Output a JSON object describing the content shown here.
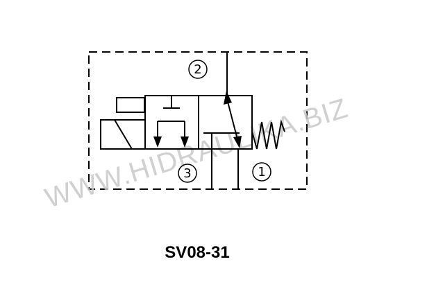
{
  "diagram": {
    "ports": {
      "port_2": "2",
      "port_3": "3",
      "port_1": "1"
    },
    "model": "SV08-31",
    "watermark": "WWW.HIDRAULIKA.BIZ",
    "colors": {
      "line": "#000000",
      "watermark": "#c8c8c8",
      "background": "#ffffff"
    }
  }
}
